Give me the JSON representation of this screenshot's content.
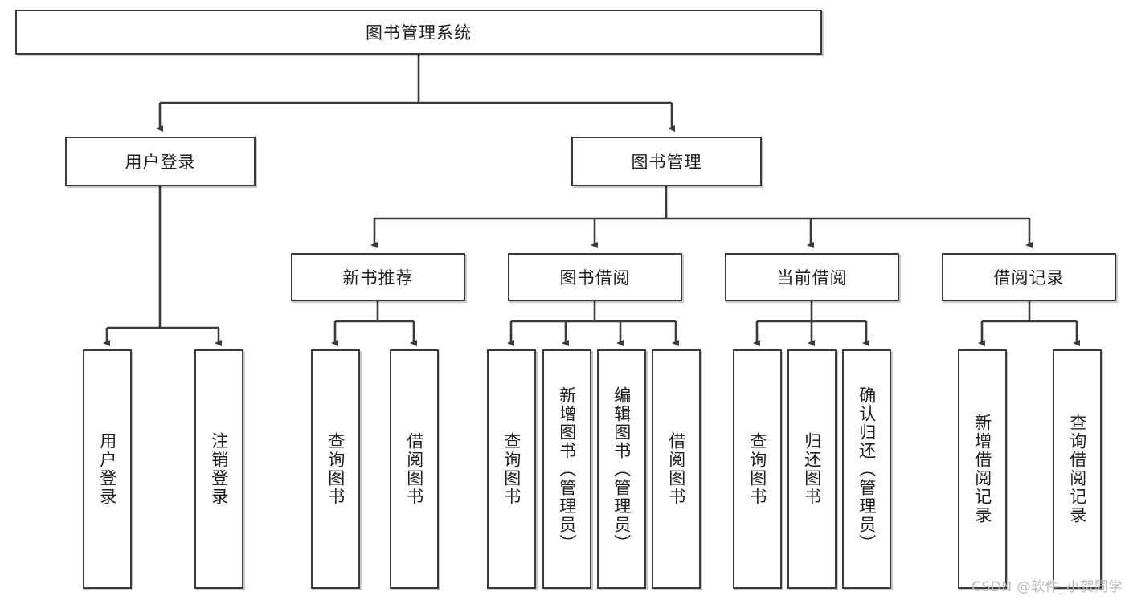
{
  "diagram": {
    "title": "图书管理系统",
    "watermark": "CSDN @软件_小贺同学",
    "line_color": "#3a3a3a",
    "box_fill": "#ffffff",
    "text_color": "#1d1d1d",
    "watermark_color": "#b9b9b9",
    "nodes": {
      "root": "图书管理系统",
      "user_login": "用户登录",
      "book_manage": "图书管理",
      "new_book_rec": "新书推荐",
      "book_borrow": "图书借阅",
      "current_borrow": "当前借阅",
      "borrow_record": "借阅记录",
      "leaf_user_login": "用户登录",
      "leaf_logout_login": "注销登录",
      "leaf_query_book_a": "查询图书",
      "leaf_borrow_book_a": "借阅图书",
      "leaf_query_book_b": "查询图书",
      "leaf_add_book_admin": "新增图书（管理员）",
      "leaf_edit_book_admin": "编辑图书（管理员）",
      "leaf_borrow_book_b": "借阅图书",
      "leaf_query_book_c": "查询图书",
      "leaf_return_book": "归还图书",
      "leaf_confirm_return_admin": "确认归还（管理员）",
      "leaf_add_borrow_record": "新增借阅记录",
      "leaf_query_borrow_record": "查询借阅记录"
    },
    "tree": [
      {
        "label": "图书管理系统",
        "children": [
          {
            "label": "用户登录",
            "children": [
              {
                "label": "用户登录",
                "children": []
              },
              {
                "label": "注销登录",
                "children": []
              }
            ]
          },
          {
            "label": "图书管理",
            "children": [
              {
                "label": "新书推荐",
                "children": [
                  {
                    "label": "查询图书",
                    "children": []
                  },
                  {
                    "label": "借阅图书",
                    "children": []
                  }
                ]
              },
              {
                "label": "图书借阅",
                "children": [
                  {
                    "label": "查询图书",
                    "children": []
                  },
                  {
                    "label": "新增图书（管理员）",
                    "children": []
                  },
                  {
                    "label": "编辑图书（管理员）",
                    "children": []
                  },
                  {
                    "label": "借阅图书",
                    "children": []
                  }
                ]
              },
              {
                "label": "当前借阅",
                "children": [
                  {
                    "label": "查询图书",
                    "children": []
                  },
                  {
                    "label": "归还图书",
                    "children": []
                  },
                  {
                    "label": "确认归还（管理员）",
                    "children": []
                  }
                ]
              },
              {
                "label": "借阅记录",
                "children": [
                  {
                    "label": "新增借阅记录",
                    "children": []
                  },
                  {
                    "label": "查询借阅记录",
                    "children": []
                  }
                ]
              }
            ]
          }
        ]
      }
    ]
  }
}
